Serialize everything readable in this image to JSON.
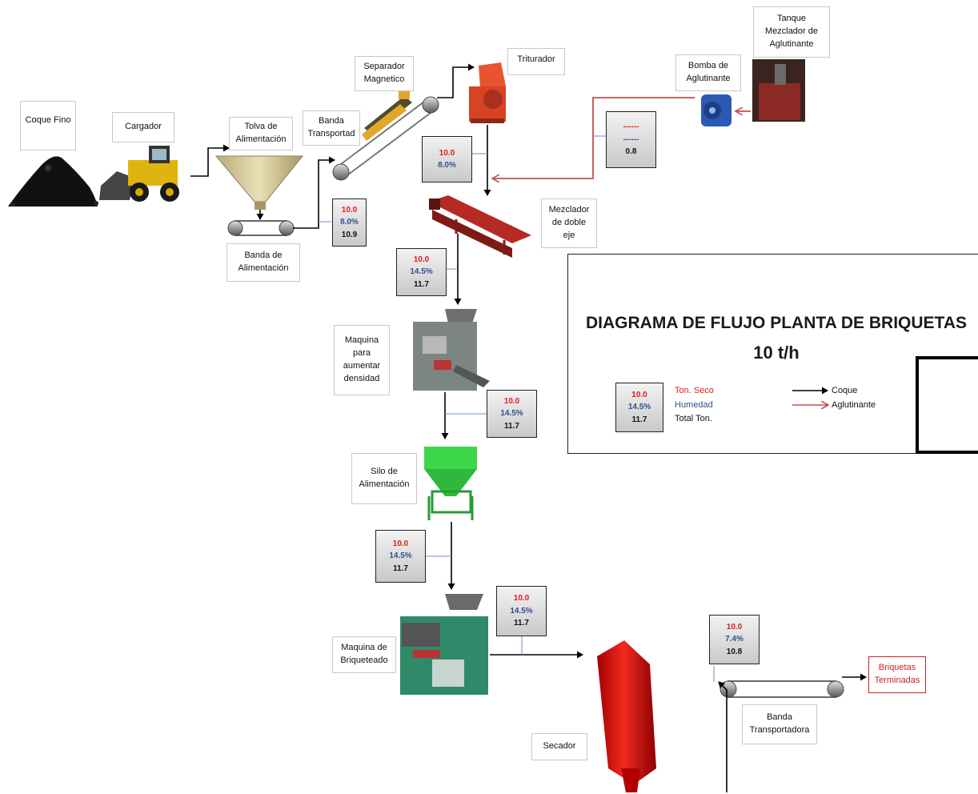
{
  "title": "DIAGRAMA DE FLUJO PLANTA DE BRIQUETAS",
  "subtitle": "10 t/h",
  "labels": {
    "coque_fino": "Coque Fino",
    "cargador": "Cargador",
    "tolva": "Tolva de\nAlimentación",
    "banda_alimentacion": "Banda de\nAlimentación",
    "banda_transportad": "Banda\nTransportad",
    "separador": "Separador\nMagnetico",
    "triturador": "Triturador",
    "bomba": "Bomba de\nAglutinante",
    "tanque": "Tanque\nMezclador de\nAglutinante",
    "mezclador": "Mezclador\nde doble\neje",
    "maquina_densidad": "Maquina\npara\naumentar\ndensidad",
    "silo": "Silo de\nAlimentación",
    "maquina_briqueteado": "Maquina de\nBriqueteado",
    "secador": "Secador",
    "banda_transportadora": "Banda\nTransportadora",
    "briquetas": "Briquetas\nTerminadas"
  },
  "data_boxes": {
    "b1": {
      "ton_seco": "10.0",
      "humedad": "8.0%",
      "total": "10.9"
    },
    "b2": {
      "ton_seco": "10.0",
      "humedad": "8.0%"
    },
    "b3": {
      "ton_seco": "------",
      "humedad": "------",
      "total": "0.8"
    },
    "b4": {
      "ton_seco": "10.0",
      "humedad": "14.5%",
      "total": "11.7"
    },
    "b5": {
      "ton_seco": "10.0",
      "humedad": "14.5%",
      "total": "11.7"
    },
    "b6": {
      "ton_seco": "10.0",
      "humedad": "14.5%",
      "total": "11.7"
    },
    "b7": {
      "ton_seco": "10.0",
      "humedad": "14.5%",
      "total": "11.7"
    },
    "b8": {
      "ton_seco": "10.0",
      "humedad": "7.4%",
      "total": "10.8"
    }
  },
  "legend": {
    "sample": {
      "ton_seco": "10.0",
      "humedad": "14.5%",
      "total": "11.7"
    },
    "ton_seco": "Ton. Seco",
    "humedad": "Humedad",
    "total_ton": "Total Ton.",
    "coque": "Coque",
    "aglutinante": "Aglutinante"
  },
  "colors": {
    "coque_arrow": "#000000",
    "aglutinante_arrow": "#c0504d",
    "ton_seco": "#e01b1b",
    "humedad": "#2f4f8f",
    "briquetas": "#d02020"
  }
}
